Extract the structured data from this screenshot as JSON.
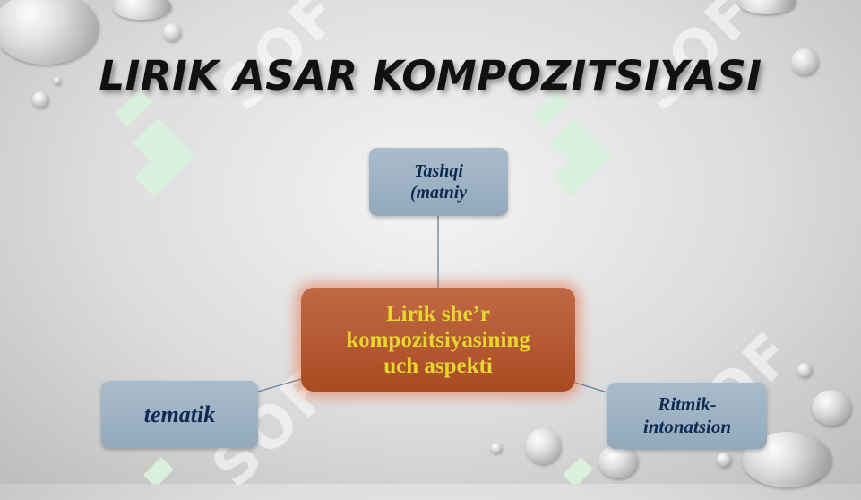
{
  "slide": {
    "title": "LIRIK ASAR KOMPOZITSIYASI"
  },
  "diagram": {
    "center": {
      "line1": "Lirik she’r",
      "line2": "kompozitsiyasining",
      "line3": "uch aspekti"
    },
    "nodes": {
      "top": {
        "line1": "Tashqi",
        "line2": "(matniy"
      },
      "left": {
        "line1": "tematik"
      },
      "right": {
        "line1": "Ritmik-",
        "line2": "intonatsion"
      }
    }
  },
  "watermark": {
    "text": "SOF"
  },
  "colors": {
    "node_fill": "#a3b6c6",
    "node_text": "#0f2a52",
    "center_fill": "#b35a30",
    "center_text": "#e6d62e",
    "connector": "#5d86a3",
    "watermark_logo": "#d8f0dc"
  }
}
